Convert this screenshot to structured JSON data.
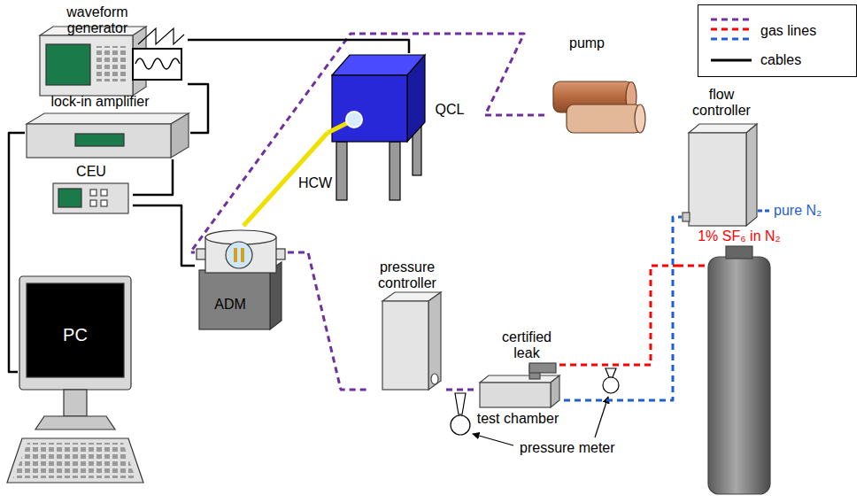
{
  "diagram": {
    "nodes": [
      {
        "text": [
          "waveform generator"
        ]
      },
      {
        "text": [
          "lock-in amplifier"
        ]
      },
      {
        "text": [
          "CEU"
        ]
      },
      {
        "text": [
          "PC"
        ]
      },
      {
        "text": [
          "QCL"
        ]
      },
      {
        "text": [
          "ADM"
        ]
      },
      {
        "text": [
          "pump"
        ]
      },
      {
        "text": [
          "pressure controller"
        ]
      },
      {
        "text": [
          "certified leak"
        ]
      },
      {
        "text": [
          "test chamber"
        ]
      },
      {
        "text": [
          "flow controller"
        ]
      },
      {
        "text": [
          "1% SF₆ in N₂"
        ]
      }
    ],
    "edges": [
      {
        "from": 6,
        "to": 5,
        "arrow": "none"
      },
      {
        "from": 5,
        "to": 7,
        "arrow": "none"
      },
      {
        "from": 7,
        "to": 9,
        "arrow": "none"
      },
      {
        "from": 9,
        "to": 10,
        "arrow": "none"
      },
      {
        "from": 8,
        "to": 11,
        "arrow": "none"
      },
      {
        "from": 0,
        "to": 4,
        "arrow": "none"
      },
      {
        "from": 0,
        "to": 1,
        "arrow": "none"
      },
      {
        "from": 2,
        "to": 1,
        "arrow": "none"
      },
      {
        "from": 2,
        "to": 5,
        "arrow": "none"
      },
      {
        "from": 1,
        "to": 3,
        "arrow": "none"
      },
      {
        "from": 4,
        "to": 5,
        "label": "HCW",
        "arrow": "none"
      }
    ],
    "labels": [
      "pure N₂",
      "pressure meter"
    ],
    "legend": [
      {
        "text": "gas lines"
      },
      {
        "text": "cables"
      }
    ]
  }
}
